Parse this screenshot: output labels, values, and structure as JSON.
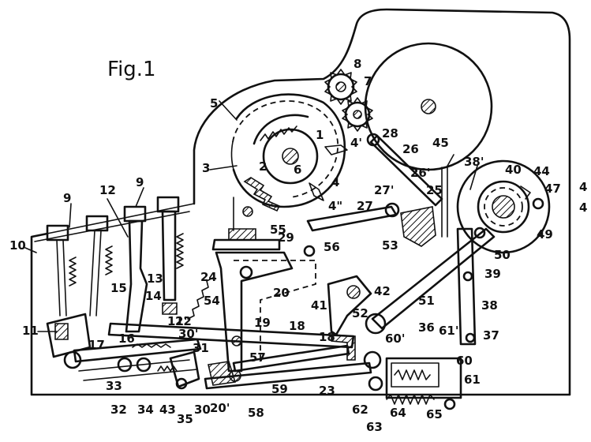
{
  "figure": {
    "title": "Fig.1",
    "labels": [
      {
        "id": "l1",
        "text": "1"
      },
      {
        "id": "l2",
        "text": "2"
      },
      {
        "id": "l3",
        "text": "3"
      },
      {
        "id": "l4",
        "text": "4"
      },
      {
        "id": "l4a",
        "text": "4'"
      },
      {
        "id": "l4b",
        "text": "4\""
      },
      {
        "id": "l5",
        "text": "5"
      },
      {
        "id": "l6",
        "text": "6"
      },
      {
        "id": "l7",
        "text": "7"
      },
      {
        "id": "l8",
        "text": "8"
      },
      {
        "id": "l9a",
        "text": "9"
      },
      {
        "id": "l9b",
        "text": "9"
      },
      {
        "id": "l10",
        "text": "10"
      },
      {
        "id": "l11",
        "text": "11"
      },
      {
        "id": "l11a",
        "text": "11'"
      },
      {
        "id": "l12",
        "text": "12"
      },
      {
        "id": "l13",
        "text": "13"
      },
      {
        "id": "l14",
        "text": "14"
      },
      {
        "id": "l15",
        "text": "15"
      },
      {
        "id": "l16",
        "text": "16"
      },
      {
        "id": "l17",
        "text": "17"
      },
      {
        "id": "l18",
        "text": "18"
      },
      {
        "id": "l18a",
        "text": "18'"
      },
      {
        "id": "l19",
        "text": "19"
      },
      {
        "id": "l20",
        "text": "20"
      },
      {
        "id": "l20a",
        "text": "20'"
      },
      {
        "id": "l22",
        "text": "22"
      },
      {
        "id": "l23",
        "text": "23"
      },
      {
        "id": "l24",
        "text": "24"
      },
      {
        "id": "l25",
        "text": "25"
      },
      {
        "id": "l26",
        "text": "26"
      },
      {
        "id": "l26a",
        "text": "26'"
      },
      {
        "id": "l27",
        "text": "27"
      },
      {
        "id": "l27a",
        "text": "27'"
      },
      {
        "id": "l28",
        "text": "28"
      },
      {
        "id": "l29",
        "text": "29"
      },
      {
        "id": "l30",
        "text": "30"
      },
      {
        "id": "l30a",
        "text": "30'"
      },
      {
        "id": "l31",
        "text": "31"
      },
      {
        "id": "l32",
        "text": "32"
      },
      {
        "id": "l33",
        "text": "33"
      },
      {
        "id": "l34",
        "text": "34"
      },
      {
        "id": "l35",
        "text": "35"
      },
      {
        "id": "l36",
        "text": "36"
      },
      {
        "id": "l37",
        "text": "37"
      },
      {
        "id": "l38",
        "text": "38"
      },
      {
        "id": "l38a",
        "text": "38'"
      },
      {
        "id": "l39",
        "text": "39"
      },
      {
        "id": "l40",
        "text": "40"
      },
      {
        "id": "l41",
        "text": "41"
      },
      {
        "id": "l42",
        "text": "42"
      },
      {
        "id": "l43",
        "text": "43"
      },
      {
        "id": "l44",
        "text": "44"
      },
      {
        "id": "l45",
        "text": "45"
      },
      {
        "id": "l47",
        "text": "47"
      },
      {
        "id": "l49",
        "text": "49"
      },
      {
        "id": "l50",
        "text": "50"
      },
      {
        "id": "l51",
        "text": "51"
      },
      {
        "id": "l52",
        "text": "52"
      },
      {
        "id": "l53",
        "text": "53"
      },
      {
        "id": "l54",
        "text": "54"
      },
      {
        "id": "l55",
        "text": "55"
      },
      {
        "id": "l56",
        "text": "56"
      },
      {
        "id": "l57",
        "text": "57"
      },
      {
        "id": "l58",
        "text": "58"
      },
      {
        "id": "l59",
        "text": "59"
      },
      {
        "id": "l60",
        "text": "60"
      },
      {
        "id": "l60a",
        "text": "60'"
      },
      {
        "id": "l61",
        "text": "61"
      },
      {
        "id": "l61a",
        "text": "61'"
      },
      {
        "id": "l62",
        "text": "62"
      },
      {
        "id": "l63",
        "text": "63"
      },
      {
        "id": "l64",
        "text": "64"
      },
      {
        "id": "l65",
        "text": "65"
      },
      {
        "id": "l4e1",
        "text": "4"
      },
      {
        "id": "l4e2",
        "text": "4"
      }
    ]
  }
}
